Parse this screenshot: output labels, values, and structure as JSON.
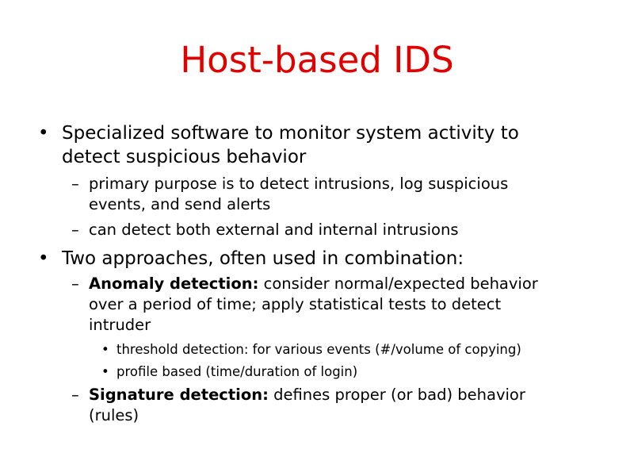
{
  "slide": {
    "title": "Host-based IDS",
    "title_color": "#e00000",
    "markers": {
      "level1": "•",
      "level2": "–",
      "level3": "•"
    },
    "bullets": [
      {
        "lines": [
          "Specialized software to monitor system activity to",
          "detect suspicious behavior"
        ],
        "sub": [
          {
            "lines": [
              "primary purpose is to detect intrusions, log suspicious",
              "events, and send alerts"
            ]
          },
          {
            "lines": [
              "can detect both external and internal intrusions"
            ]
          }
        ]
      },
      {
        "lines": [
          "Two approaches, often used in combination:"
        ],
        "sub": [
          {
            "bold": "Anomaly detection:",
            "lines": [
              " consider normal/expected behavior",
              "over a period of time; apply statistical tests to detect",
              "intruder"
            ],
            "sub": [
              {
                "lines": [
                  "threshold detection: for various events (#/volume of copying)"
                ]
              },
              {
                "lines": [
                  "profile based (time/duration of login)"
                ]
              }
            ]
          },
          {
            "bold": "Signature detection:",
            "lines": [
              " defines proper (or bad) behavior",
              "(rules)"
            ]
          }
        ]
      }
    ]
  }
}
